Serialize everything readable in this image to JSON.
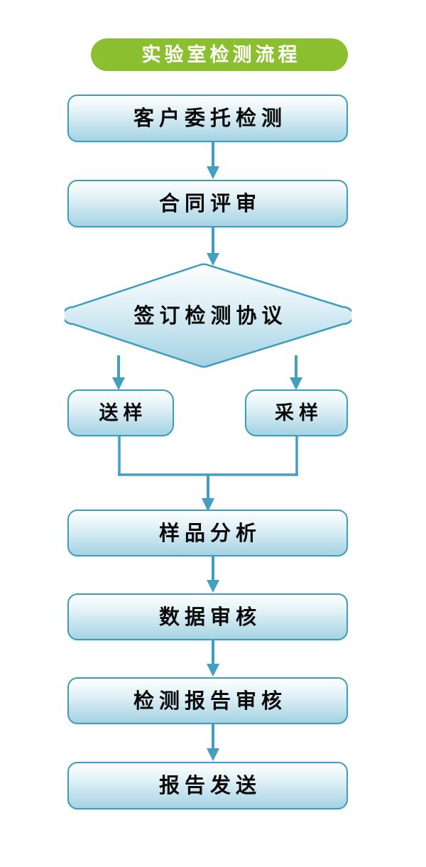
{
  "diagram": {
    "type": "flowchart",
    "orientation": "vertical",
    "title": "实验室检测流程",
    "accent_color": "#8cbf30",
    "node_border_color": "#3d9dbd",
    "node_fill_top": "#fdfefe",
    "node_fill_bottom": "#a6d3e4",
    "connector_color": "#41a0c0",
    "title_text_color": "#ffffff",
    "node_text_color": "#0b0b0b",
    "background_color": "#ffffff"
  },
  "nodes": [
    {
      "id": "n1",
      "label": "客户委托检测",
      "shape": "rounded-rect"
    },
    {
      "id": "n2",
      "label": "合同评审",
      "shape": "rounded-rect"
    },
    {
      "id": "n3",
      "label": "签订检测协议",
      "shape": "diamond"
    },
    {
      "id": "n4",
      "label": "送样",
      "shape": "rounded-rect"
    },
    {
      "id": "n5",
      "label": "采样",
      "shape": "rounded-rect"
    },
    {
      "id": "n6",
      "label": "样品分析",
      "shape": "rounded-rect"
    },
    {
      "id": "n7",
      "label": "数据审核",
      "shape": "rounded-rect"
    },
    {
      "id": "n8",
      "label": "检测报告审核",
      "shape": "rounded-rect"
    },
    {
      "id": "n9",
      "label": "报告发送",
      "shape": "rounded-rect"
    }
  ],
  "edges": [
    {
      "from": "n1",
      "to": "n2",
      "style": "arrow-down"
    },
    {
      "from": "n2",
      "to": "n3",
      "style": "arrow-down"
    },
    {
      "from": "n3",
      "to": "n4",
      "style": "arrow-down-left-branch"
    },
    {
      "from": "n3",
      "to": "n5",
      "style": "arrow-down-right-branch"
    },
    {
      "from": "n4",
      "to": "n6",
      "style": "merge-elbow"
    },
    {
      "from": "n5",
      "to": "n6",
      "style": "merge-elbow"
    },
    {
      "from": "n6",
      "to": "n7",
      "style": "arrow-down"
    },
    {
      "from": "n7",
      "to": "n8",
      "style": "arrow-down"
    },
    {
      "from": "n8",
      "to": "n9",
      "style": "arrow-down"
    }
  ]
}
